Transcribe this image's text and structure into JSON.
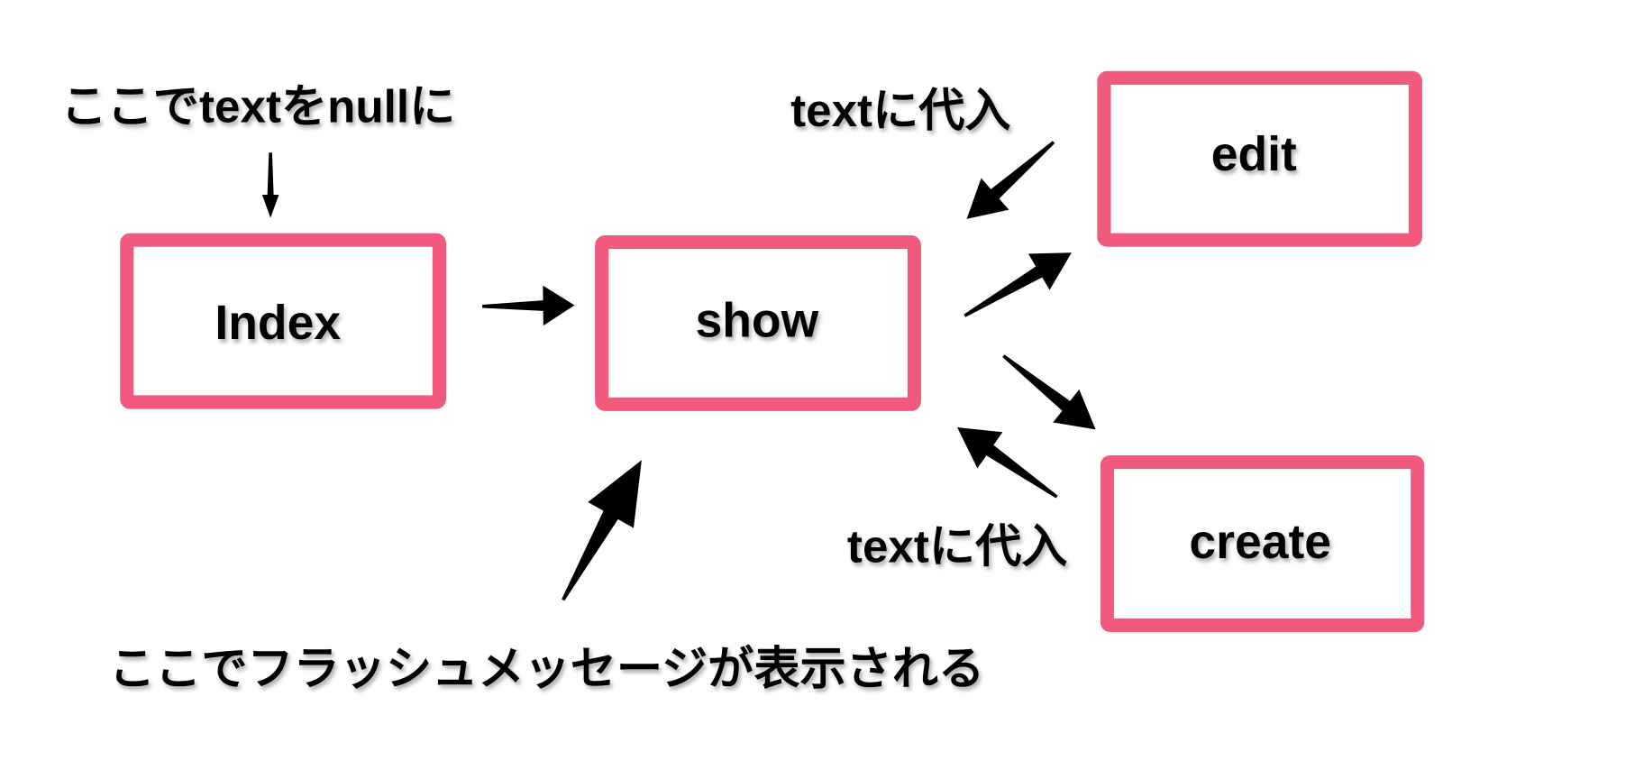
{
  "nodes": {
    "index": "Index",
    "show": "show",
    "edit": "edit",
    "create": "create"
  },
  "annotations": {
    "index_note": "ここでtextをnullに",
    "edit_note": "textに代入",
    "create_note": "textに代入",
    "flash_note": "ここでフラッシュメッセージが表示される"
  },
  "colors": {
    "box_border": "#F25A7D",
    "arrow": "#000000"
  }
}
